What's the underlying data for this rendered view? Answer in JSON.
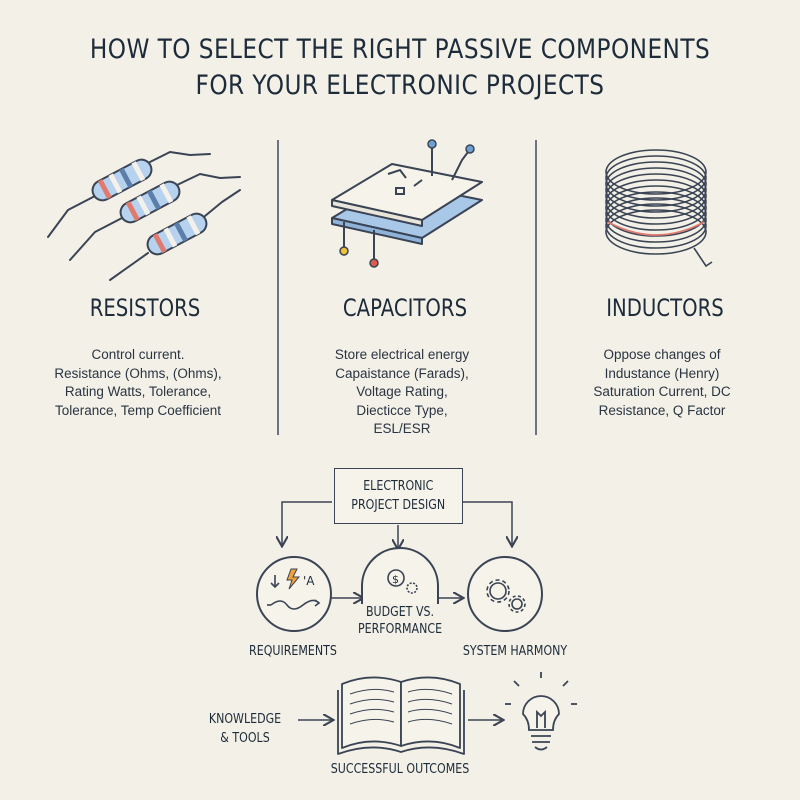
{
  "title": {
    "line1": "HOW TO SELECT THE RIGHT PASSIVE COMPONENTS",
    "line2": "FOR YOUR ELECTRONIC PROJECTS"
  },
  "columns": [
    {
      "name": "RESISTORS",
      "icon": "resistor-icon",
      "desc": [
        "Control current.",
        "Resistance (Ohms, (Ohms),",
        "Rating Watts, Tolerance,",
        "Tolerance, Temp Coefficient"
      ]
    },
    {
      "name": "CAPACITORS",
      "icon": "capacitor-icon",
      "desc": [
        "Store electrical energy",
        "Capaistance (Farads),",
        "Voltage Rating,",
        "Diecticce Type,",
        "ESL/ESR"
      ]
    },
    {
      "name": "INDUCTORS",
      "icon": "inductor-icon",
      "desc": [
        "Oppose changes of",
        "Industance (Henry)",
        "Saturation Current, DC",
        "Resistance, Q Factor"
      ]
    }
  ],
  "flow": {
    "design_box": [
      "ELECTRONIC",
      "PROJECT DESIGN"
    ],
    "requirements": "REQUIREMENTS",
    "budget": [
      "BUDGET VS.",
      "PERFORMANCE"
    ],
    "system_harmony": "SYSTEM HARMONY",
    "knowledge": [
      "KNOWLEDGE",
      "& TOOLS"
    ],
    "outcomes": "SUCCESSFUL OUTCOMES",
    "requirements_icon_text": "'A"
  },
  "colors": {
    "background": "#f3f0e7",
    "ink": "#1d2b3a",
    "accent_blue": "#a9c8e8",
    "accent_red": "#e07a6e",
    "accent_orange": "#f0a23a"
  }
}
